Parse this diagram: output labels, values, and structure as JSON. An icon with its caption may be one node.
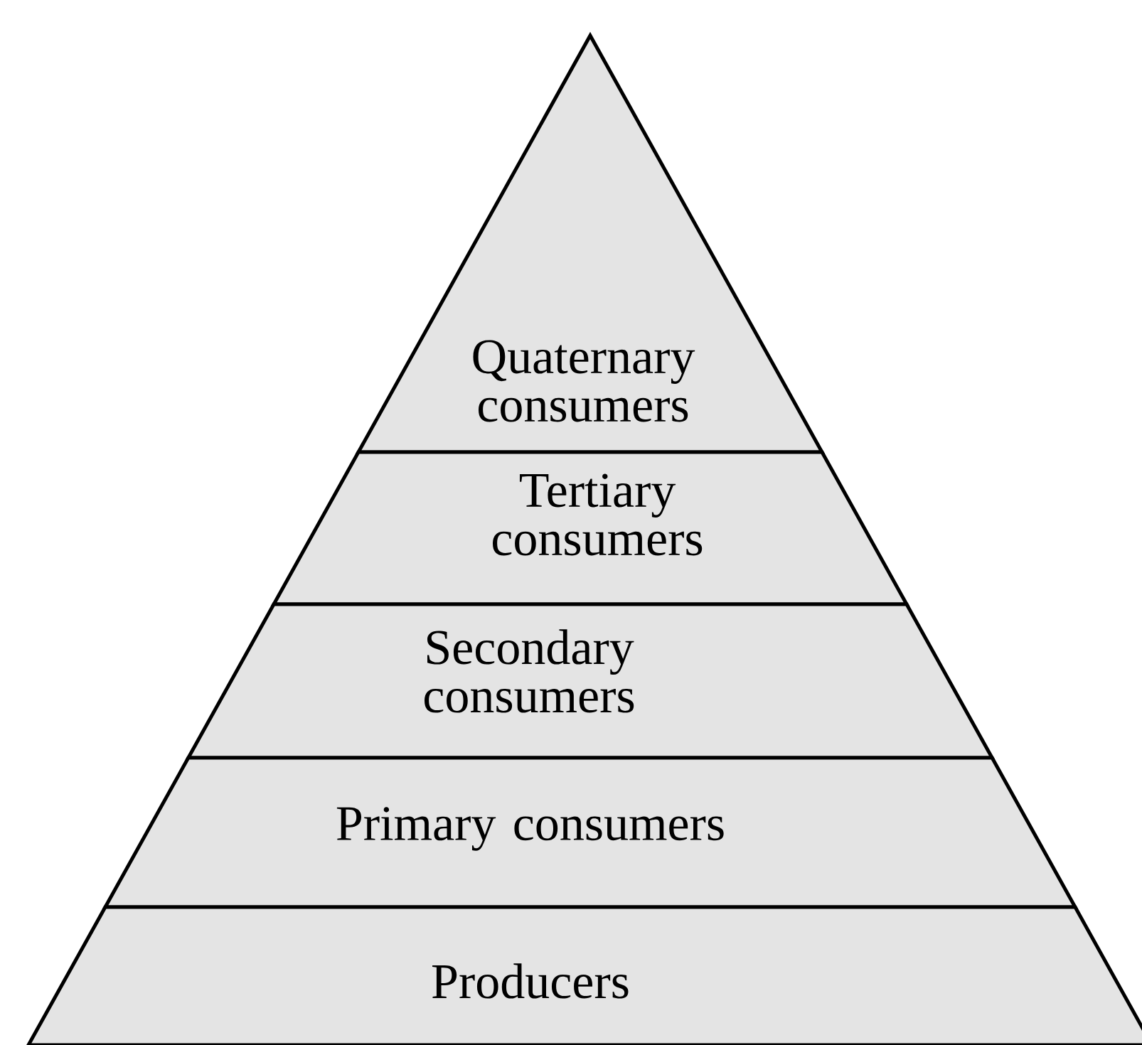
{
  "diagram": {
    "nodes": [
      {
        "text": [
          "Quaternary consumers"
        ]
      },
      {
        "text": [
          "Tertiary consumers"
        ]
      },
      {
        "text": [
          "Secondary consumers"
        ]
      },
      {
        "text": [
          "Primary consumers"
        ]
      },
      {
        "text": [
          "Producers"
        ]
      }
    ]
  }
}
